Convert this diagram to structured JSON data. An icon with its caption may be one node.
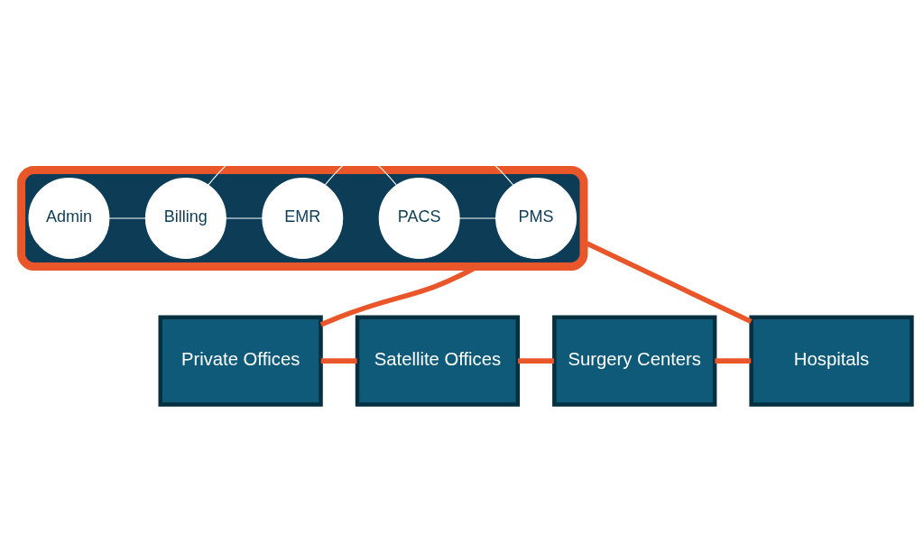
{
  "diagram": {
    "nodes": [
      {
        "text": [],
        "shape": "cloud"
      },
      {
        "text": [
          "PMS"
        ],
        "in": 0
      },
      {
        "text": [
          "PACS"
        ],
        "in": 0
      },
      {
        "text": [
          "EMR"
        ],
        "in": 0
      },
      {
        "text": [
          "Billing"
        ],
        "in": 0
      },
      {
        "text": [
          "Admin"
        ],
        "in": 0
      },
      {
        "text": [
          "Private Offices"
        ]
      },
      {
        "text": [
          "Satellite Offices"
        ]
      },
      {
        "text": [
          "Surgery Centers"
        ]
      },
      {
        "text": [
          "Hospitals"
        ]
      }
    ],
    "edges": [
      {
        "from": 1,
        "to": 2,
        "arrow": "none",
        "color": "#ffffff"
      },
      {
        "from": 1,
        "to": 3,
        "arrow": "none",
        "color": "#ffffff"
      },
      {
        "from": 3,
        "to": 4,
        "arrow": "none",
        "color": "#ffffff"
      },
      {
        "from": 2,
        "to": 4,
        "arrow": "none",
        "color": "#ffffff"
      },
      {
        "from": 4,
        "to": 5,
        "arrow": "none",
        "color": "#ffffff"
      },
      {
        "from": 0,
        "to": 6,
        "arrow": "none",
        "style": "thick",
        "color": "#e8562a"
      },
      {
        "from": 0,
        "to": 9,
        "arrow": "none",
        "style": "thick",
        "color": "#e8562a"
      },
      {
        "from": 6,
        "to": 7,
        "arrow": "none",
        "style": "thick",
        "color": "#e8562a"
      },
      {
        "from": 7,
        "to": 8,
        "arrow": "none",
        "style": "thick",
        "color": "#e8562a"
      },
      {
        "from": 8,
        "to": 9,
        "arrow": "none",
        "style": "thick",
        "color": "#e8562a"
      }
    ]
  }
}
